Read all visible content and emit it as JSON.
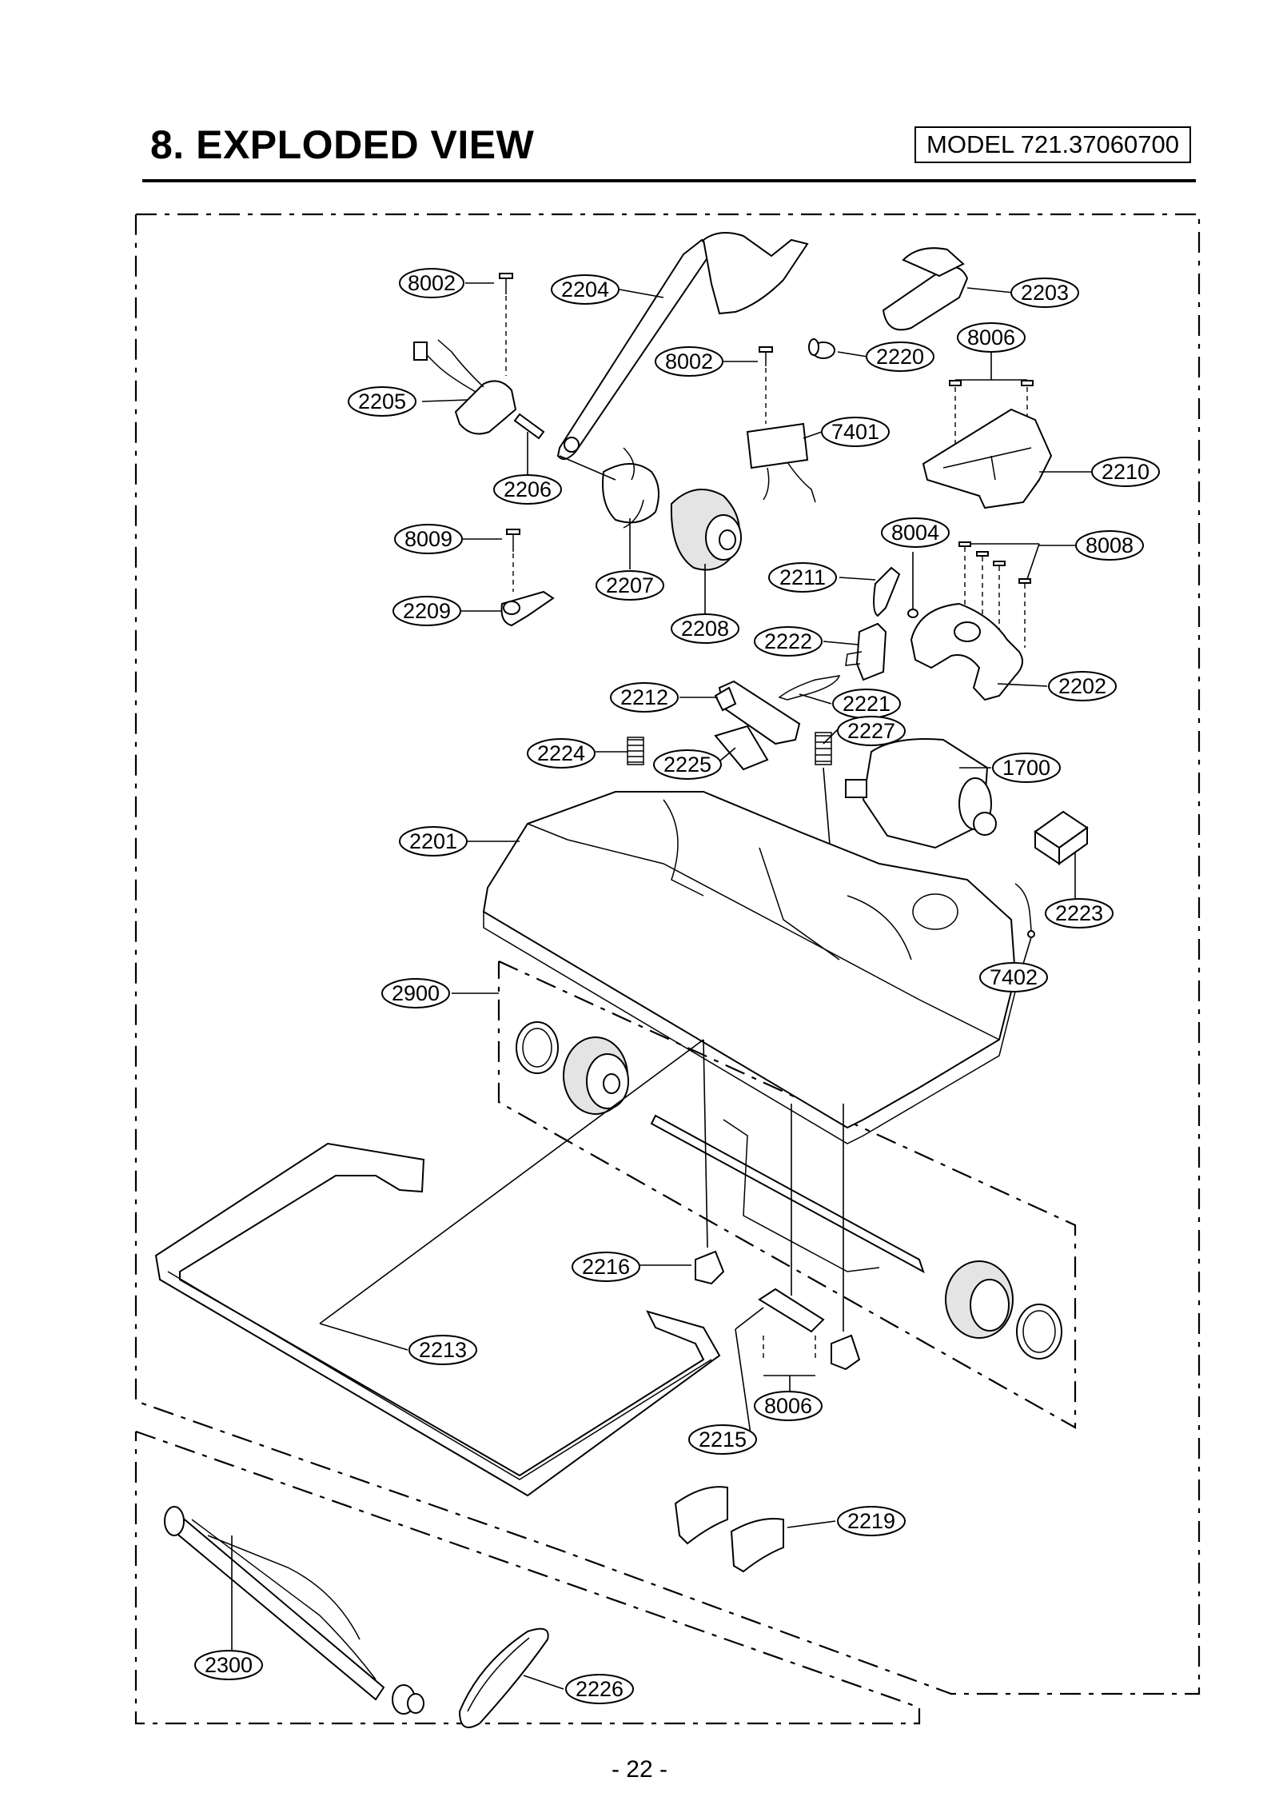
{
  "header": {
    "title": "8. EXPLODED VIEW",
    "model": "MODEL 721.37060700"
  },
  "footer": {
    "page_number": "- 22 -"
  },
  "callouts": [
    "8002",
    "2204",
    "2203",
    "8002",
    "2220",
    "8006",
    "2205",
    "7401",
    "2210",
    "2206",
    "8009",
    "8004",
    "8008",
    "2207",
    "2211",
    "2209",
    "2208",
    "2222",
    "2202",
    "2212",
    "2221",
    "2227",
    "2224",
    "2225",
    "1700",
    "2201",
    "2223",
    "7402",
    "2900",
    "2216",
    "2213",
    "8006",
    "2215",
    "2219",
    "2300",
    "2226"
  ]
}
